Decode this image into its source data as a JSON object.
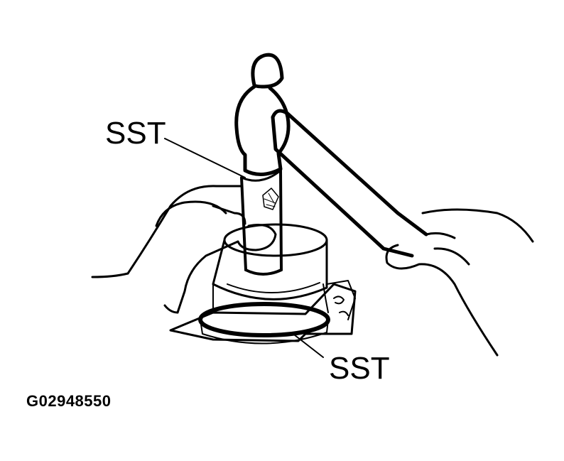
{
  "figure": {
    "callouts": [
      {
        "id": "sst-upper",
        "text": "SST"
      },
      {
        "id": "sst-lower",
        "text": "SST"
      }
    ],
    "figure_id": "G02948550",
    "colors": {
      "ink": "#000000",
      "background": "#ffffff"
    }
  }
}
